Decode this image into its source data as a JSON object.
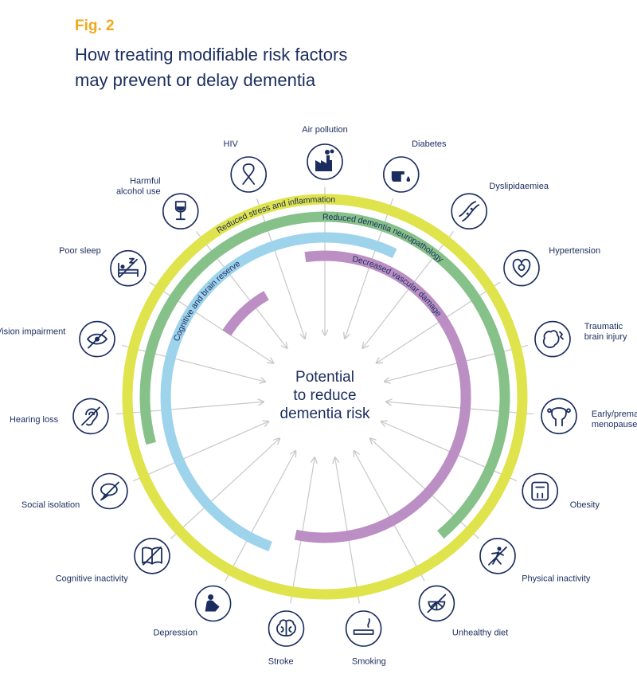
{
  "figure": {
    "label": "Fig. 2",
    "title_lines": [
      "How treating modifiable risk factors",
      "may prevent or delay dementia"
    ]
  },
  "center": {
    "lines": [
      "Potential",
      "to reduce",
      "dementia risk"
    ]
  },
  "arcs": {
    "stress": "Reduced stress and inflammation",
    "neuro": "Reduced dementia neuropathology",
    "reserve": "Cognitive and brain reserve",
    "vascular": "Decreased vascular damage"
  },
  "colors": {
    "stress": "#dfe34c",
    "neuro": "#86c18a",
    "reserve": "#9ed3ec",
    "vascular": "#bb8fc4",
    "navy": "#1b2d5e",
    "accent": "#f0a81c",
    "arrow": "#c8c8c8"
  },
  "factors": [
    {
      "id": "hiv",
      "label": [
        "HIV"
      ],
      "icon": "ribbon-icon"
    },
    {
      "id": "air-pollution",
      "label": [
        "Air pollution"
      ],
      "icon": "factory-icon"
    },
    {
      "id": "diabetes",
      "label": [
        "Diabetes"
      ],
      "icon": "finger-prick-icon"
    },
    {
      "id": "dyslipidaemia",
      "label": [
        "Dyslipidaemiea"
      ],
      "icon": "artery-icon"
    },
    {
      "id": "hypertension",
      "label": [
        "Hypertension"
      ],
      "icon": "heart-gauge-icon"
    },
    {
      "id": "brain-injury",
      "label": [
        "Traumatic",
        "brain injury"
      ],
      "icon": "brain-impact-icon"
    },
    {
      "id": "menopause",
      "label": [
        "Early/premature",
        "menopauseª"
      ],
      "icon": "uterus-icon"
    },
    {
      "id": "obesity",
      "label": [
        "Obesity"
      ],
      "icon": "scale-icon"
    },
    {
      "id": "physical-inactivity",
      "label": [
        "Physical inactivity"
      ],
      "icon": "no-exercise-icon"
    },
    {
      "id": "unhealthy-diet",
      "label": [
        "Unhealthy diet"
      ],
      "icon": "no-fruit-icon"
    },
    {
      "id": "smoking",
      "label": [
        "Smoking"
      ],
      "icon": "cigarette-icon"
    },
    {
      "id": "stroke",
      "label": [
        "Stroke"
      ],
      "icon": "brain-icon"
    },
    {
      "id": "depression",
      "label": [
        "Depression"
      ],
      "icon": "sad-person-icon"
    },
    {
      "id": "cognitive-inactivity",
      "label": [
        "Cognitive inactivity"
      ],
      "icon": "no-book-icon"
    },
    {
      "id": "social-isolation",
      "label": [
        "Social isolation"
      ],
      "icon": "no-chat-icon"
    },
    {
      "id": "hearing-loss",
      "label": [
        "Hearing loss"
      ],
      "icon": "ear-icon"
    },
    {
      "id": "vision-impairment",
      "label": [
        "Vision impairment"
      ],
      "icon": "no-eye-icon"
    },
    {
      "id": "poor-sleep",
      "label": [
        "Poor sleep"
      ],
      "icon": "bed-icon"
    },
    {
      "id": "harmful-alcohol",
      "label": [
        "Harmful",
        "alcohol use"
      ],
      "icon": "wine-glass-icon"
    }
  ]
}
